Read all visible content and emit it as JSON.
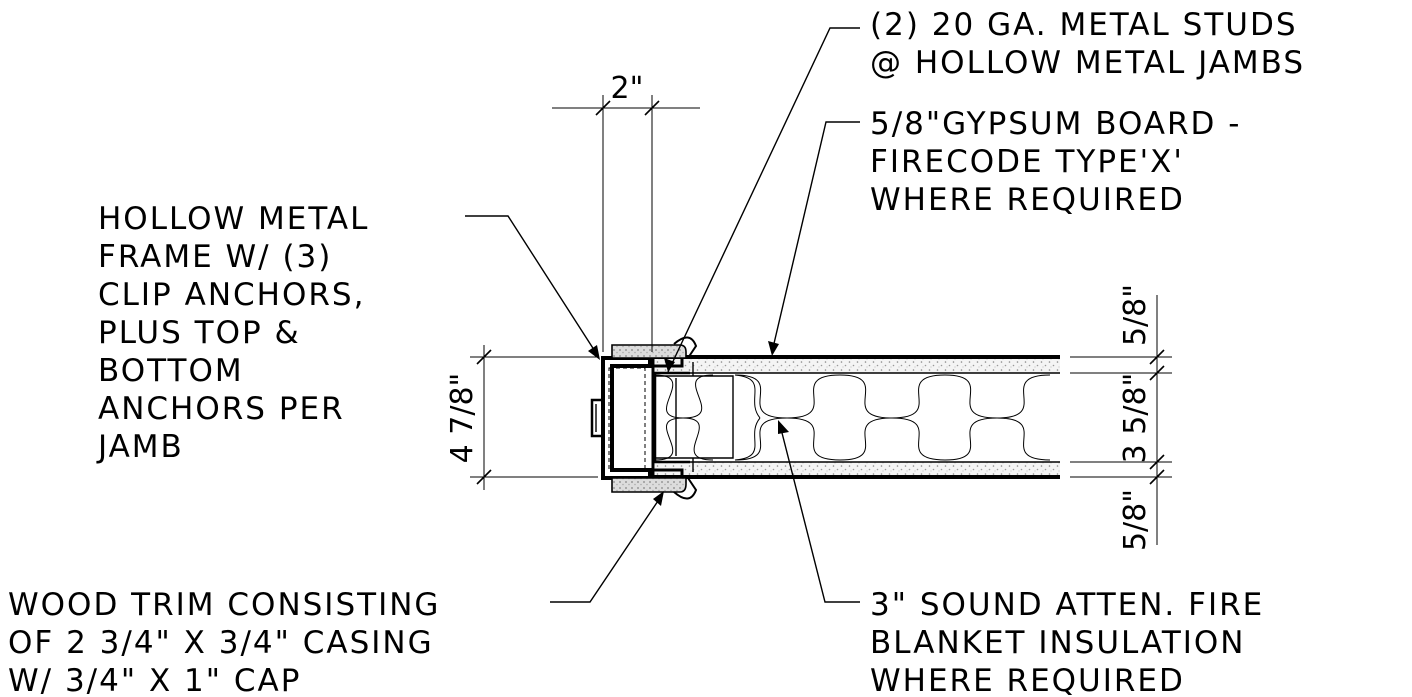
{
  "notes": {
    "studs": [
      "(2) 20 GA. METAL STUDS",
      "@ HOLLOW METAL JAMBS"
    ],
    "gypsum": [
      "5/8\"GYPSUM BOARD -",
      "FIRECODE TYPE'X'",
      "WHERE REQUIRED"
    ],
    "frame": [
      "HOLLOW METAL",
      "FRAME W/ (3)",
      "CLIP ANCHORS,",
      "PLUS TOP &",
      "BOTTOM",
      "ANCHORS PER",
      "JAMB"
    ],
    "trim": [
      "WOOD TRIM CONSISTING",
      "OF 2 3/4\" x 3/4\" CASING",
      "W/ 3/4\" x 1\" CAP"
    ],
    "insulation": [
      "3\" SOUND ATTEN. FIRE",
      "BLANKET INSULATION",
      "WHERE REQUIRED"
    ]
  },
  "dimensions": {
    "frame_face": "2\"",
    "frame_depth": "4 7/8\"",
    "gyp_top": "5/8\"",
    "stud_depth": "3 5/8\"",
    "gyp_bottom": "5/8\""
  }
}
